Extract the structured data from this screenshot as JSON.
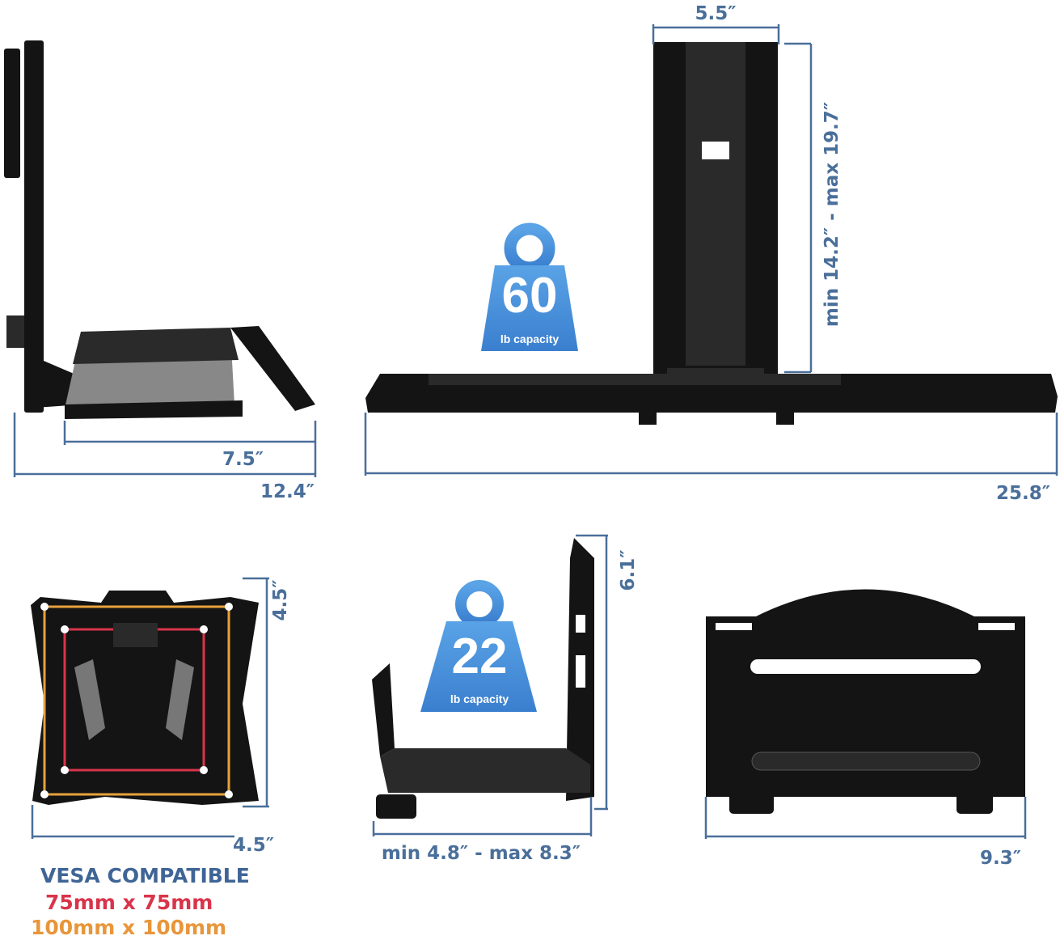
{
  "top_left_view": {
    "tray_depth": "7.5″",
    "total_depth": "12.4″"
  },
  "top_right_view": {
    "pole_width": "5.5″",
    "height_range": "min 14.2″ - max 19.7″",
    "tray_width": "25.8″"
  },
  "keyboard_capacity": {
    "value": "60",
    "unit": "lb capacity"
  },
  "vesa_plate": {
    "height": "4.5″",
    "width": "4.5″"
  },
  "vesa_info": {
    "title": "VESA COMPATIBLE",
    "size_small": "75mm x 75mm",
    "size_large": "100mm x 100mm"
  },
  "cpu_side_view": {
    "height": "6.1″",
    "width_range": "min 4.8″ - max 8.3″"
  },
  "cpu_capacity": {
    "value": "22",
    "unit": "lb capacity"
  },
  "cpu_front_view": {
    "width": "9.3″"
  },
  "colors": {
    "dimension": "#4a6f9a",
    "weight_icon": "#4b93dc",
    "vesa_title": "#3f6596",
    "vesa_75": "#d9344a",
    "vesa_100": "#e8963a"
  }
}
